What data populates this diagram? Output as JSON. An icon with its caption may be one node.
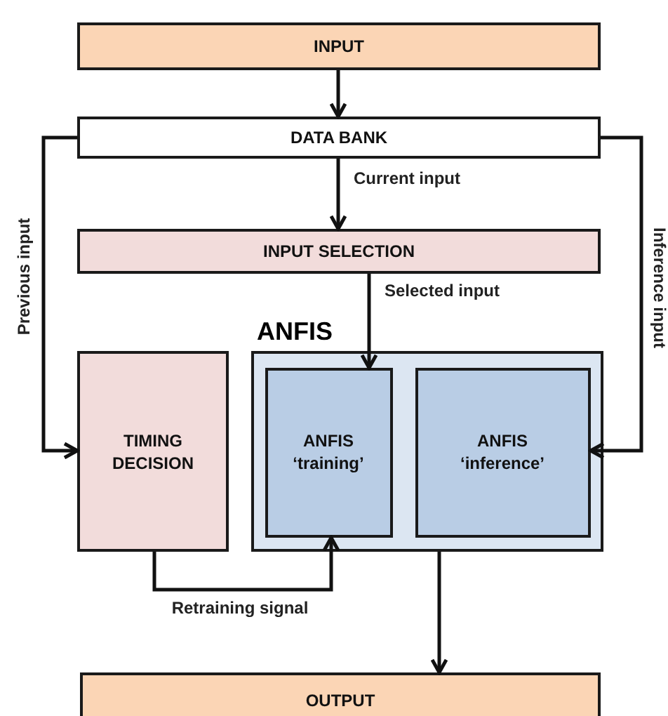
{
  "diagram": {
    "nodes": [
      {
        "text": [
          "INPUT"
        ]
      },
      {
        "text": [
          "DATA BANK"
        ]
      },
      {
        "text": [
          "INPUT SELECTION"
        ]
      },
      {
        "text": [
          "TIMING DECISION"
        ]
      },
      {
        "text": [
          "ANFIS"
        ]
      },
      {
        "text": [
          "ANFIS ‘training’"
        ],
        "in": 4
      },
      {
        "text": [
          "ANFIS ‘inference’"
        ],
        "in": 4
      },
      {
        "text": [
          "OUTPUT"
        ]
      }
    ],
    "edges": [
      {
        "from": 0,
        "to": 1,
        "arrow": "to"
      },
      {
        "from": 1,
        "to": 2,
        "arrow": "to",
        "label": "Current input"
      },
      {
        "from": 2,
        "to": 5,
        "arrow": "to",
        "label": "Selected input"
      },
      {
        "from": 1,
        "to": 3,
        "arrow": "to",
        "label": "Previous input"
      },
      {
        "from": 1,
        "to": 6,
        "arrow": "to",
        "label": "Inference input"
      },
      {
        "from": 3,
        "to": 5,
        "arrow": "to",
        "label": "Retraining signal"
      },
      {
        "from": 4,
        "to": 7,
        "arrow": "to"
      }
    ]
  }
}
